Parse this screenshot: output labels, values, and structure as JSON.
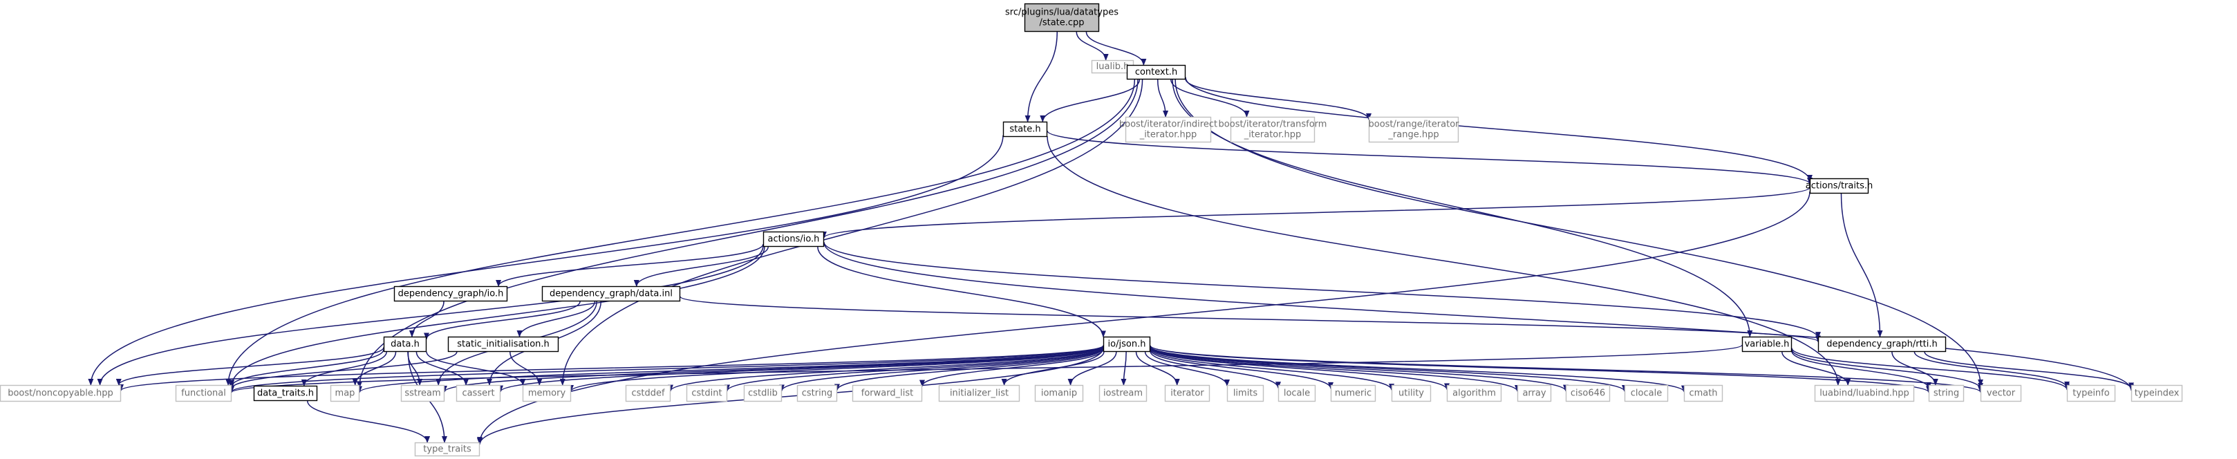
{
  "colors": {
    "edge": "#191970",
    "box_border_solid": "#000000",
    "box_border_ext": "#bfbfbf",
    "text_main": "#000000",
    "text_ext": "#6e6e6e",
    "root_fill": "#bfbfbf",
    "node_fill": "#ffffff"
  },
  "nodes": {
    "root": {
      "lines": [
        "src/plugins/lua/datatypes",
        "/state.cpp"
      ],
      "kind": "root"
    },
    "lualib": {
      "lines": [
        "lualib.h"
      ],
      "kind": "ext"
    },
    "context": {
      "lines": [
        "context.h"
      ],
      "kind": "internal"
    },
    "state": {
      "lines": [
        "state.h"
      ],
      "kind": "internal"
    },
    "iter_indirect": {
      "lines": [
        "boost/iterator/indirect",
        "_iterator.hpp"
      ],
      "kind": "ext"
    },
    "iter_transform": {
      "lines": [
        "boost/iterator/transform",
        "_iterator.hpp"
      ],
      "kind": "ext"
    },
    "range_iter": {
      "lines": [
        "boost/range/iterator",
        "_range.hpp"
      ],
      "kind": "ext"
    },
    "actions_traits": {
      "lines": [
        "actions/traits.h"
      ],
      "kind": "internal"
    },
    "actions_io": {
      "lines": [
        "actions/io.h"
      ],
      "kind": "internal"
    },
    "dg_io": {
      "lines": [
        "dependency_graph/io.h"
      ],
      "kind": "internal"
    },
    "dg_data_inl": {
      "lines": [
        "dependency_graph/data.inl"
      ],
      "kind": "internal"
    },
    "data_h": {
      "lines": [
        "data.h"
      ],
      "kind": "internal"
    },
    "static_init": {
      "lines": [
        "static_initialisation.h"
      ],
      "kind": "internal"
    },
    "io_json": {
      "lines": [
        "io/json.h"
      ],
      "kind": "internal"
    },
    "variable": {
      "lines": [
        "variable.h"
      ],
      "kind": "internal"
    },
    "dg_rtti": {
      "lines": [
        "dependency_graph/rtti.h"
      ],
      "kind": "internal"
    },
    "data_traits": {
      "lines": [
        "data_traits.h"
      ],
      "kind": "internal"
    },
    "type_traits": {
      "lines": [
        "type_traits"
      ],
      "kind": "ext"
    },
    "noncopyable": {
      "lines": [
        "boost/noncopyable.hpp"
      ],
      "kind": "ext"
    },
    "functional": {
      "lines": [
        "functional"
      ],
      "kind": "ext"
    },
    "map": {
      "lines": [
        "map"
      ],
      "kind": "ext"
    },
    "sstream": {
      "lines": [
        "sstream"
      ],
      "kind": "ext"
    },
    "cassert": {
      "lines": [
        "cassert"
      ],
      "kind": "ext"
    },
    "memory": {
      "lines": [
        "memory"
      ],
      "kind": "ext"
    },
    "cstddef": {
      "lines": [
        "cstddef"
      ],
      "kind": "ext"
    },
    "cstdint": {
      "lines": [
        "cstdint"
      ],
      "kind": "ext"
    },
    "cstdlib": {
      "lines": [
        "cstdlib"
      ],
      "kind": "ext"
    },
    "cstring": {
      "lines": [
        "cstring"
      ],
      "kind": "ext"
    },
    "forward_list": {
      "lines": [
        "forward_list"
      ],
      "kind": "ext"
    },
    "initializer_list": {
      "lines": [
        "initializer_list"
      ],
      "kind": "ext"
    },
    "iomanip": {
      "lines": [
        "iomanip"
      ],
      "kind": "ext"
    },
    "iostream": {
      "lines": [
        "iostream"
      ],
      "kind": "ext"
    },
    "iterator": {
      "lines": [
        "iterator"
      ],
      "kind": "ext"
    },
    "limits": {
      "lines": [
        "limits"
      ],
      "kind": "ext"
    },
    "locale": {
      "lines": [
        "locale"
      ],
      "kind": "ext"
    },
    "numeric": {
      "lines": [
        "numeric"
      ],
      "kind": "ext"
    },
    "utility": {
      "lines": [
        "utility"
      ],
      "kind": "ext"
    },
    "algorithm": {
      "lines": [
        "algorithm"
      ],
      "kind": "ext"
    },
    "array": {
      "lines": [
        "array"
      ],
      "kind": "ext"
    },
    "ciso646": {
      "lines": [
        "ciso646"
      ],
      "kind": "ext"
    },
    "clocale": {
      "lines": [
        "clocale"
      ],
      "kind": "ext"
    },
    "cmath": {
      "lines": [
        "cmath"
      ],
      "kind": "ext"
    },
    "luabind": {
      "lines": [
        "luabind/luabind.hpp"
      ],
      "kind": "ext"
    },
    "string": {
      "lines": [
        "string"
      ],
      "kind": "ext"
    },
    "vector": {
      "lines": [
        "vector"
      ],
      "kind": "ext"
    },
    "typeinfo": {
      "lines": [
        "typeinfo"
      ],
      "kind": "ext"
    },
    "typeindex": {
      "lines": [
        "typeindex"
      ],
      "kind": "ext"
    }
  },
  "edges": [
    [
      "root",
      "lualib"
    ],
    [
      "root",
      "context"
    ],
    [
      "root",
      "state"
    ],
    [
      "context",
      "state"
    ],
    [
      "context",
      "iter_indirect"
    ],
    [
      "context",
      "iter_transform"
    ],
    [
      "context",
      "range_iter"
    ],
    [
      "context",
      "actions_traits"
    ],
    [
      "context",
      "functional"
    ],
    [
      "context",
      "map"
    ],
    [
      "context",
      "memory"
    ],
    [
      "context",
      "variable"
    ],
    [
      "context",
      "vector"
    ],
    [
      "state",
      "actions_traits"
    ],
    [
      "state",
      "noncopyable"
    ],
    [
      "state",
      "luabind"
    ],
    [
      "actions_traits",
      "actions_io"
    ],
    [
      "actions_traits",
      "dg_rtti"
    ],
    [
      "actions_traits",
      "type_traits"
    ],
    [
      "actions_io",
      "dg_io"
    ],
    [
      "actions_io",
      "dg_data_inl"
    ],
    [
      "actions_io",
      "io_json"
    ],
    [
      "actions_io",
      "dg_rtti"
    ],
    [
      "actions_io",
      "noncopyable"
    ],
    [
      "actions_io",
      "functional"
    ],
    [
      "actions_io",
      "typeindex"
    ],
    [
      "dg_io",
      "data_h"
    ],
    [
      "dg_data_inl",
      "data_h"
    ],
    [
      "dg_data_inl",
      "static_init"
    ],
    [
      "dg_data_inl",
      "dg_rtti"
    ],
    [
      "dg_data_inl",
      "sstream"
    ],
    [
      "dg_data_inl",
      "cassert"
    ],
    [
      "data_h",
      "noncopyable"
    ],
    [
      "data_h",
      "functional"
    ],
    [
      "data_h",
      "data_traits"
    ],
    [
      "data_h",
      "map"
    ],
    [
      "data_h",
      "sstream"
    ],
    [
      "data_h",
      "cassert"
    ],
    [
      "data_h",
      "memory"
    ],
    [
      "data_h",
      "type_traits"
    ],
    [
      "static_init",
      "functional"
    ],
    [
      "static_init",
      "memory"
    ],
    [
      "io_json",
      "noncopyable"
    ],
    [
      "io_json",
      "functional"
    ],
    [
      "io_json",
      "map"
    ],
    [
      "io_json",
      "sstream"
    ],
    [
      "io_json",
      "cassert"
    ],
    [
      "io_json",
      "memory"
    ],
    [
      "io_json",
      "cstddef"
    ],
    [
      "io_json",
      "cstdint"
    ],
    [
      "io_json",
      "cstdlib"
    ],
    [
      "io_json",
      "cstring"
    ],
    [
      "io_json",
      "forward_list"
    ],
    [
      "io_json",
      "initializer_list"
    ],
    [
      "io_json",
      "iomanip"
    ],
    [
      "io_json",
      "iostream"
    ],
    [
      "io_json",
      "iterator"
    ],
    [
      "io_json",
      "limits"
    ],
    [
      "io_json",
      "locale"
    ],
    [
      "io_json",
      "numeric"
    ],
    [
      "io_json",
      "utility"
    ],
    [
      "io_json",
      "algorithm"
    ],
    [
      "io_json",
      "array"
    ],
    [
      "io_json",
      "ciso646"
    ],
    [
      "io_json",
      "clocale"
    ],
    [
      "io_json",
      "cmath"
    ],
    [
      "io_json",
      "string"
    ],
    [
      "io_json",
      "vector"
    ],
    [
      "io_json",
      "type_traits"
    ],
    [
      "variable",
      "luabind"
    ],
    [
      "variable",
      "string"
    ],
    [
      "variable",
      "typeinfo"
    ],
    [
      "variable",
      "vector"
    ],
    [
      "variable",
      "functional"
    ],
    [
      "dg_rtti",
      "string"
    ],
    [
      "dg_rtti",
      "typeinfo"
    ],
    [
      "dg_rtti",
      "typeindex"
    ],
    [
      "data_traits",
      "type_traits"
    ]
  ]
}
